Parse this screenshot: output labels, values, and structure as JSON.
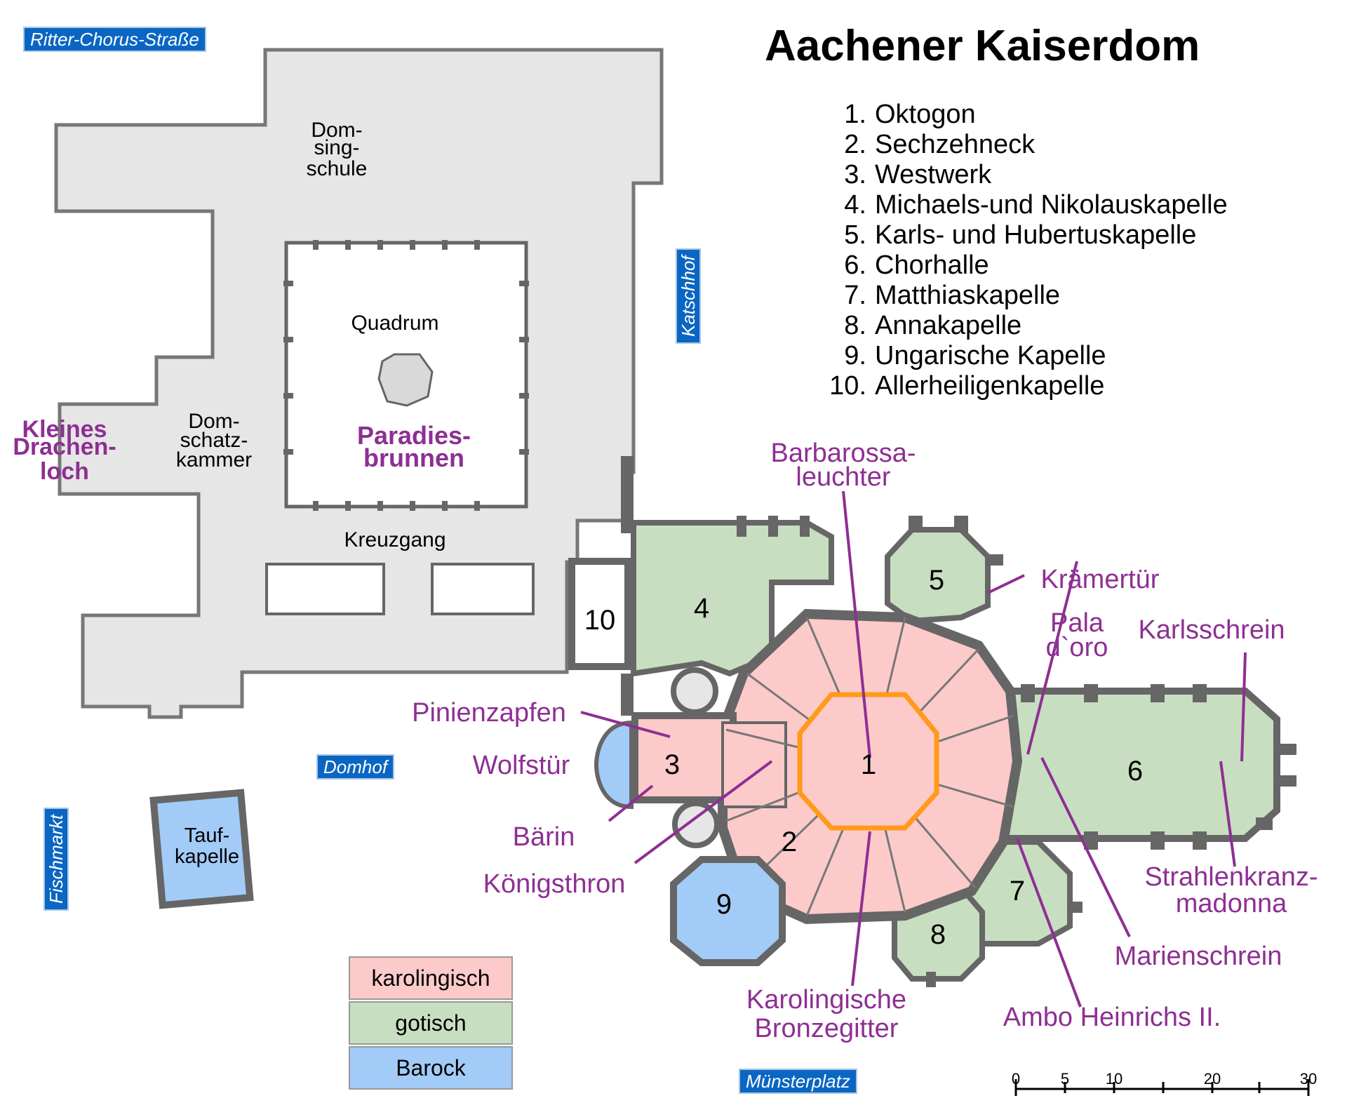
{
  "title": "Aachener Kaiserdom",
  "legend": [
    {
      "num": "1.",
      "name": "Oktogon"
    },
    {
      "num": "2.",
      "name": "Sechzehneck"
    },
    {
      "num": "3.",
      "name": "Westwerk"
    },
    {
      "num": "4.",
      "name": "Michaels-und Nikolauskapelle"
    },
    {
      "num": "5.",
      "name": "Karls- und Hubertuskapelle"
    },
    {
      "num": "6.",
      "name": "Chorhalle"
    },
    {
      "num": "7.",
      "name": "Matthiaskapelle"
    },
    {
      "num": "8.",
      "name": "Annakapelle"
    },
    {
      "num": "9.",
      "name": "Ungarische Kapelle"
    },
    {
      "num": "10.",
      "name": "Allerheiligenkapelle"
    }
  ],
  "streets": {
    "ritter": "Ritter-Chorus-Straße",
    "katschhof": "Katschhof",
    "domhof": "Domhof",
    "fischmarkt": "Fischmarkt",
    "muensterplatz": "Münsterplatz"
  },
  "rooms": {
    "domsingschule": [
      "Dom-",
      "sing-",
      "schule"
    ],
    "quadrum": "Quadrum",
    "domschatzkammer": [
      "Dom-",
      "schatz-",
      "kammer"
    ],
    "kreuzgang": "Kreuzgang",
    "taufkapelle": [
      "Tauf-",
      "kapelle"
    ]
  },
  "numbers": {
    "n1": "1",
    "n2": "2",
    "n3": "3",
    "n4": "4",
    "n5": "5",
    "n6": "6",
    "n7": "7",
    "n8": "8",
    "n9": "9",
    "n10": "10"
  },
  "features": {
    "kleines_drachenloch": [
      "Kleines",
      "Drachen-",
      "loch"
    ],
    "paradiesbrunnen": [
      "Paradies-",
      "brunnen"
    ],
    "barbarossaleuchter": [
      "Barbarossa-",
      "leuchter"
    ],
    "kraemertuer": "Krämertür",
    "pala_doro": [
      "Pala",
      "d`oro"
    ],
    "karlsschrein": "Karlsschrein",
    "pinienzapfen": "Pinienzapfen",
    "wolfstuer": "Wolfstür",
    "baerin": "Bärin",
    "koenigsthron": "Königsthron",
    "strahlenkranzmadonna": [
      "Strahlenkranz-",
      "madonna"
    ],
    "marienschrein": "Marienschrein",
    "karolingische_bronzegitter": [
      "Karolingische",
      "Bronzegitter"
    ],
    "ambo": "Ambo Heinrichs II."
  },
  "key": {
    "karolingisch": "karolingisch",
    "gotisch": "gotisch",
    "barock": "Barock"
  },
  "scale": {
    "ticks": [
      "0",
      "5",
      "10",
      "20",
      "30"
    ]
  },
  "colors": {
    "karolingisch": "#fdcaca",
    "gotisch": "#c8dec0",
    "barock": "#a3cbf7",
    "cloister": "#e6e6e6",
    "walls": "#666666",
    "annotation": "#8e2f93",
    "octagon_outline": "#ff9a1a",
    "street_sign": "#0a66c2"
  }
}
